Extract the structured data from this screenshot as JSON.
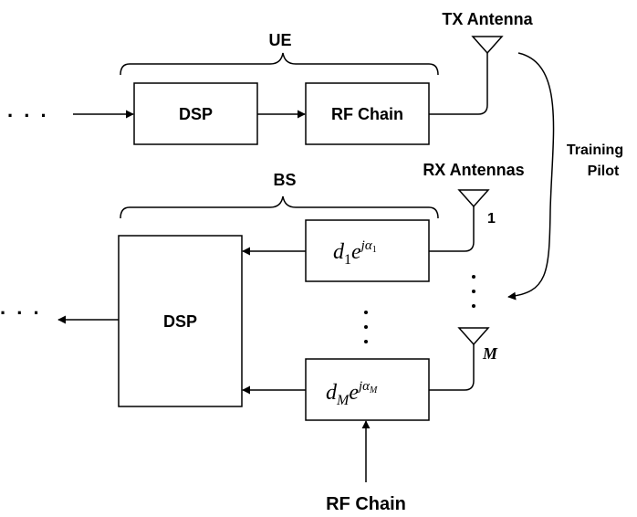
{
  "ue": {
    "label": "UE",
    "dsp_label": "DSP",
    "rf_chain_label": "RF Chain",
    "tx_antenna_label": "TX Antenna",
    "input_dots": ". . ."
  },
  "bs": {
    "label": "BS",
    "dsp_label": "DSP",
    "rx_antennas_label": "RX Antennas",
    "output_dots": ". . .",
    "antenna_1_label": "1",
    "antenna_m_label": "M",
    "phase_shifter_1": {
      "coef": "d",
      "coef_sub": "1",
      "base": "e",
      "exp_j": "j",
      "exp_alpha": "α",
      "exp_sub": "1"
    },
    "phase_shifter_m": {
      "coef": "d",
      "coef_sub": "M",
      "base": "e",
      "exp_j": "j",
      "exp_alpha": "α",
      "exp_sub": "M"
    },
    "antenna_dots": ". . .",
    "shifter_dots": ". . .",
    "rf_chain_label": "RF Chain"
  },
  "training": {
    "line1": "Training",
    "line2": "Pilot"
  }
}
